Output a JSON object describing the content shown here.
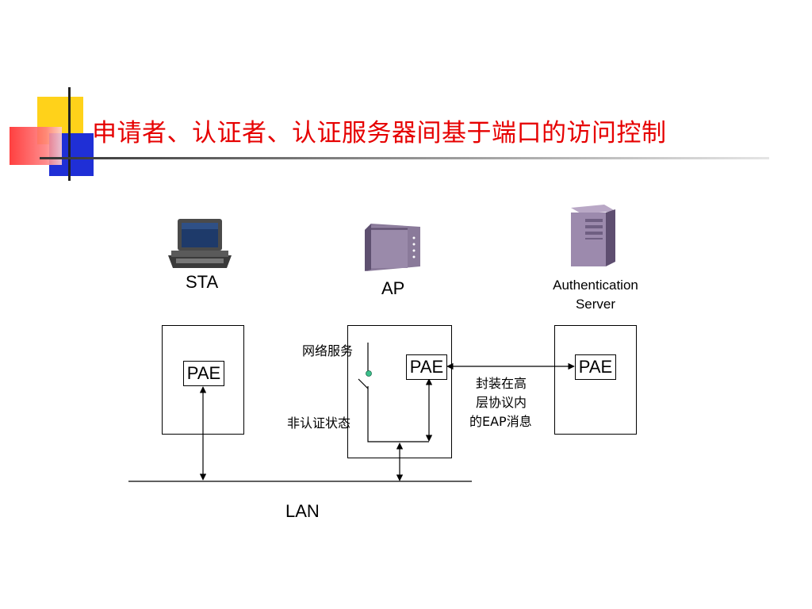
{
  "slide": {
    "title": "申请者、认证者、认证服务器间基于端口的访问控制"
  },
  "devices": {
    "sta_label": "STA",
    "ap_label": "AP",
    "server_label_line1": "Authentication",
    "server_label_line2": "Server"
  },
  "pae": {
    "sta": "PAE",
    "ap": "PAE",
    "server": "PAE"
  },
  "ap_box": {
    "network_service": "网络服务",
    "unauth_state": "非认证状态"
  },
  "link": {
    "line1": "封装在高",
    "line2": "层协议内",
    "line3": "的EAP消息"
  },
  "lan_label": "LAN",
  "colors": {
    "title": "#e60000",
    "switch_dot": "#3cc08c",
    "device_purple": "#8a7a9a"
  }
}
